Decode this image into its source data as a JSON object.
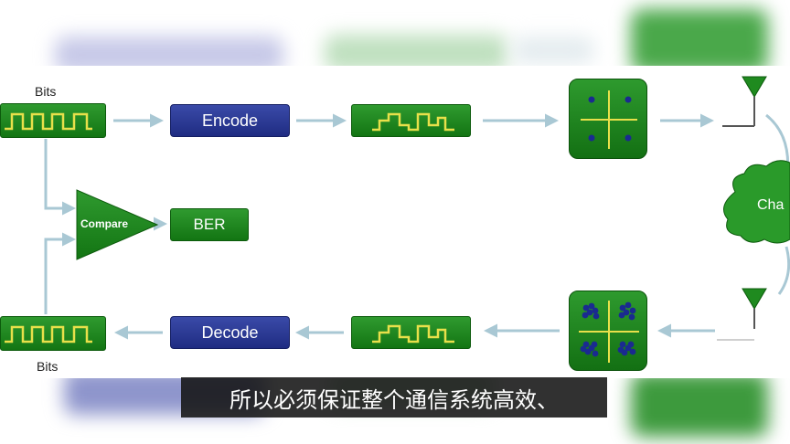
{
  "diagram": {
    "bits_top_label": "Bits",
    "bits_bottom_label": "Bits",
    "encode_label": "Encode",
    "decode_label": "Decode",
    "compare_label": "Compare",
    "ber_label": "BER",
    "channel_label": "Cha"
  },
  "subtitle": {
    "text": "所以必须保证整个通信系统高效、"
  },
  "colors": {
    "box_green": "#1f8a1f",
    "box_blue": "#26348f",
    "waveform_yellow": "#e8e04a",
    "arrow": "#a9c8d4"
  }
}
